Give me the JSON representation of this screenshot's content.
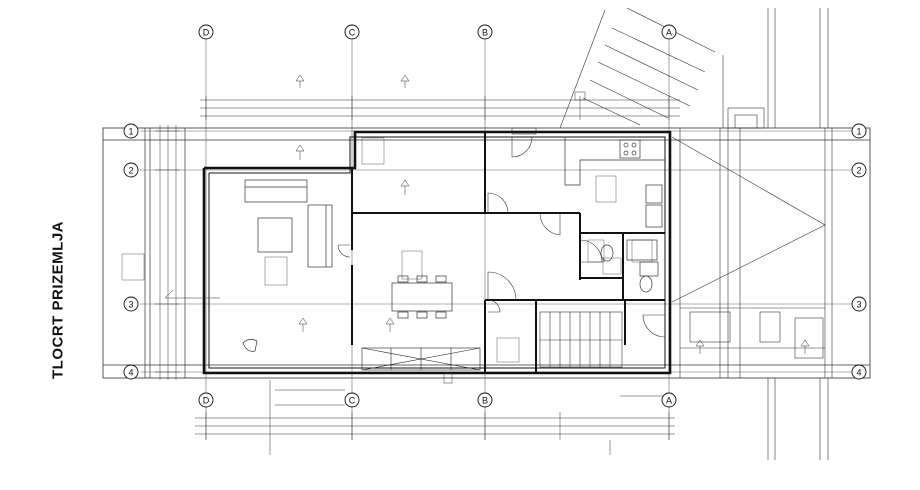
{
  "drawing": {
    "title": "TLOCRT PRIZEMLJA",
    "axes_letters": [
      "D",
      "C",
      "B",
      "A"
    ],
    "axes_numbers": [
      "1",
      "2",
      "3",
      "4"
    ]
  }
}
